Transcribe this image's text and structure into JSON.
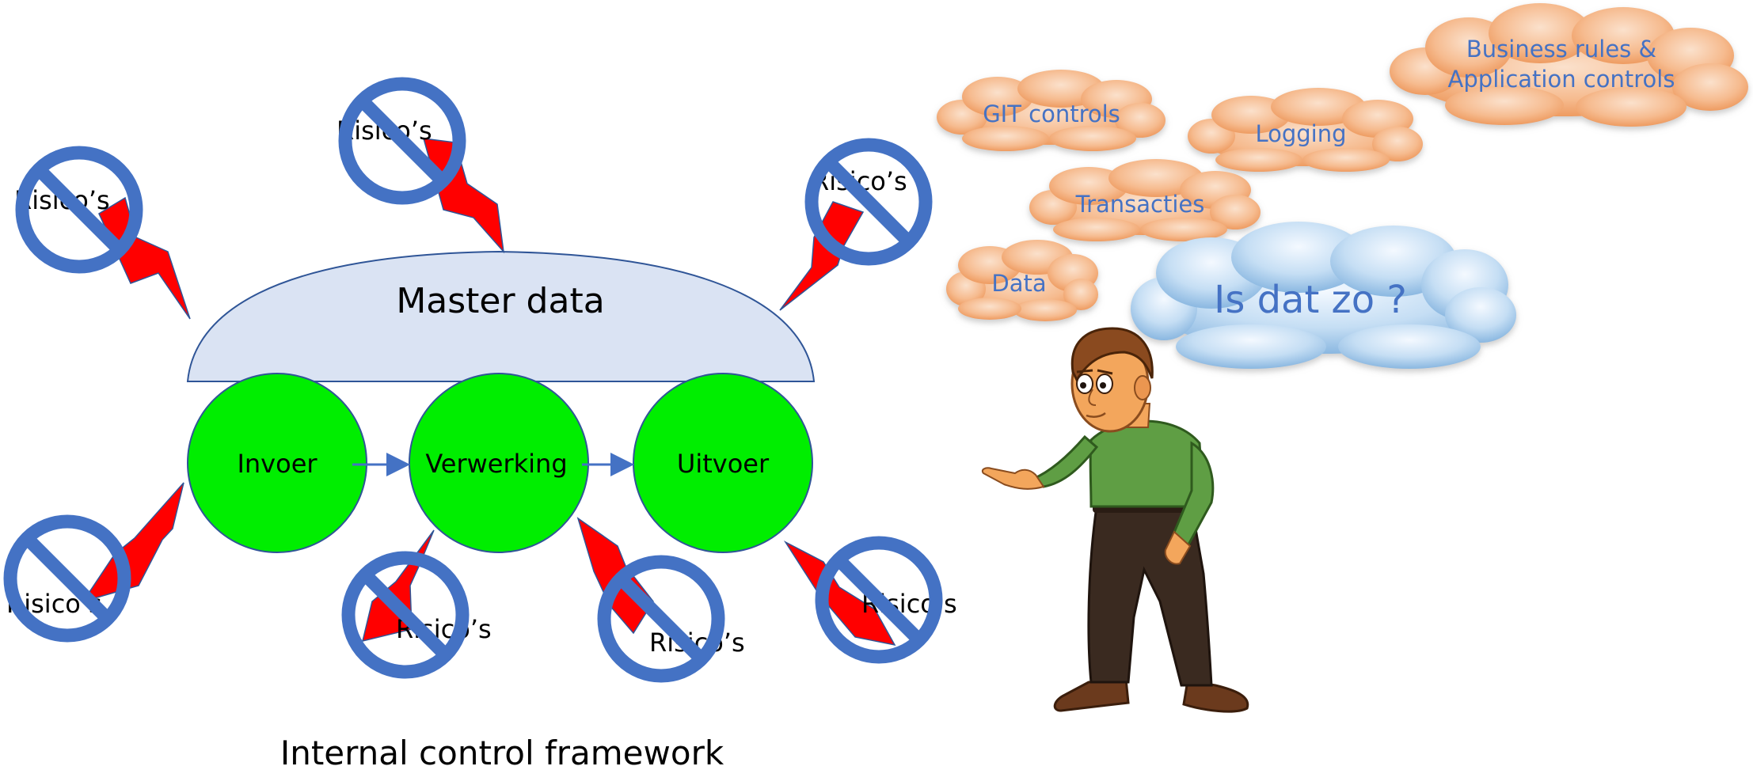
{
  "diagram": {
    "master_label": "Master data",
    "stages": [
      {
        "key": "invoer",
        "label": "Invoer"
      },
      {
        "key": "verwerking",
        "label": "Verwerking"
      },
      {
        "key": "uitvoer",
        "label": "Uitvoer"
      }
    ],
    "risk_label": "Risico’s",
    "caption": "Internal control framework"
  },
  "clouds": {
    "business_rules_line1": "Business rules &",
    "business_rules_line2": "Application controls",
    "git": "GIT controls",
    "logging": "Logging",
    "transacties": "Transacties",
    "data": "Data",
    "question": "Is dat zo ?"
  },
  "colors": {
    "stage_fill": "#00ee00",
    "master_fill": "#dae3f3",
    "outline": "#2f5597",
    "arrow": "#4472c4",
    "prohibit": "#4472c4",
    "lightning": "#ff0000",
    "cloud_orange": "#f4b183",
    "cloud_blue": "#9dc3e6",
    "cloud_text": "#4472c4"
  },
  "icons": {
    "prohibition": "no-entry-icon",
    "risk": "lightning-icon",
    "character": "pointing-man-illustration"
  }
}
